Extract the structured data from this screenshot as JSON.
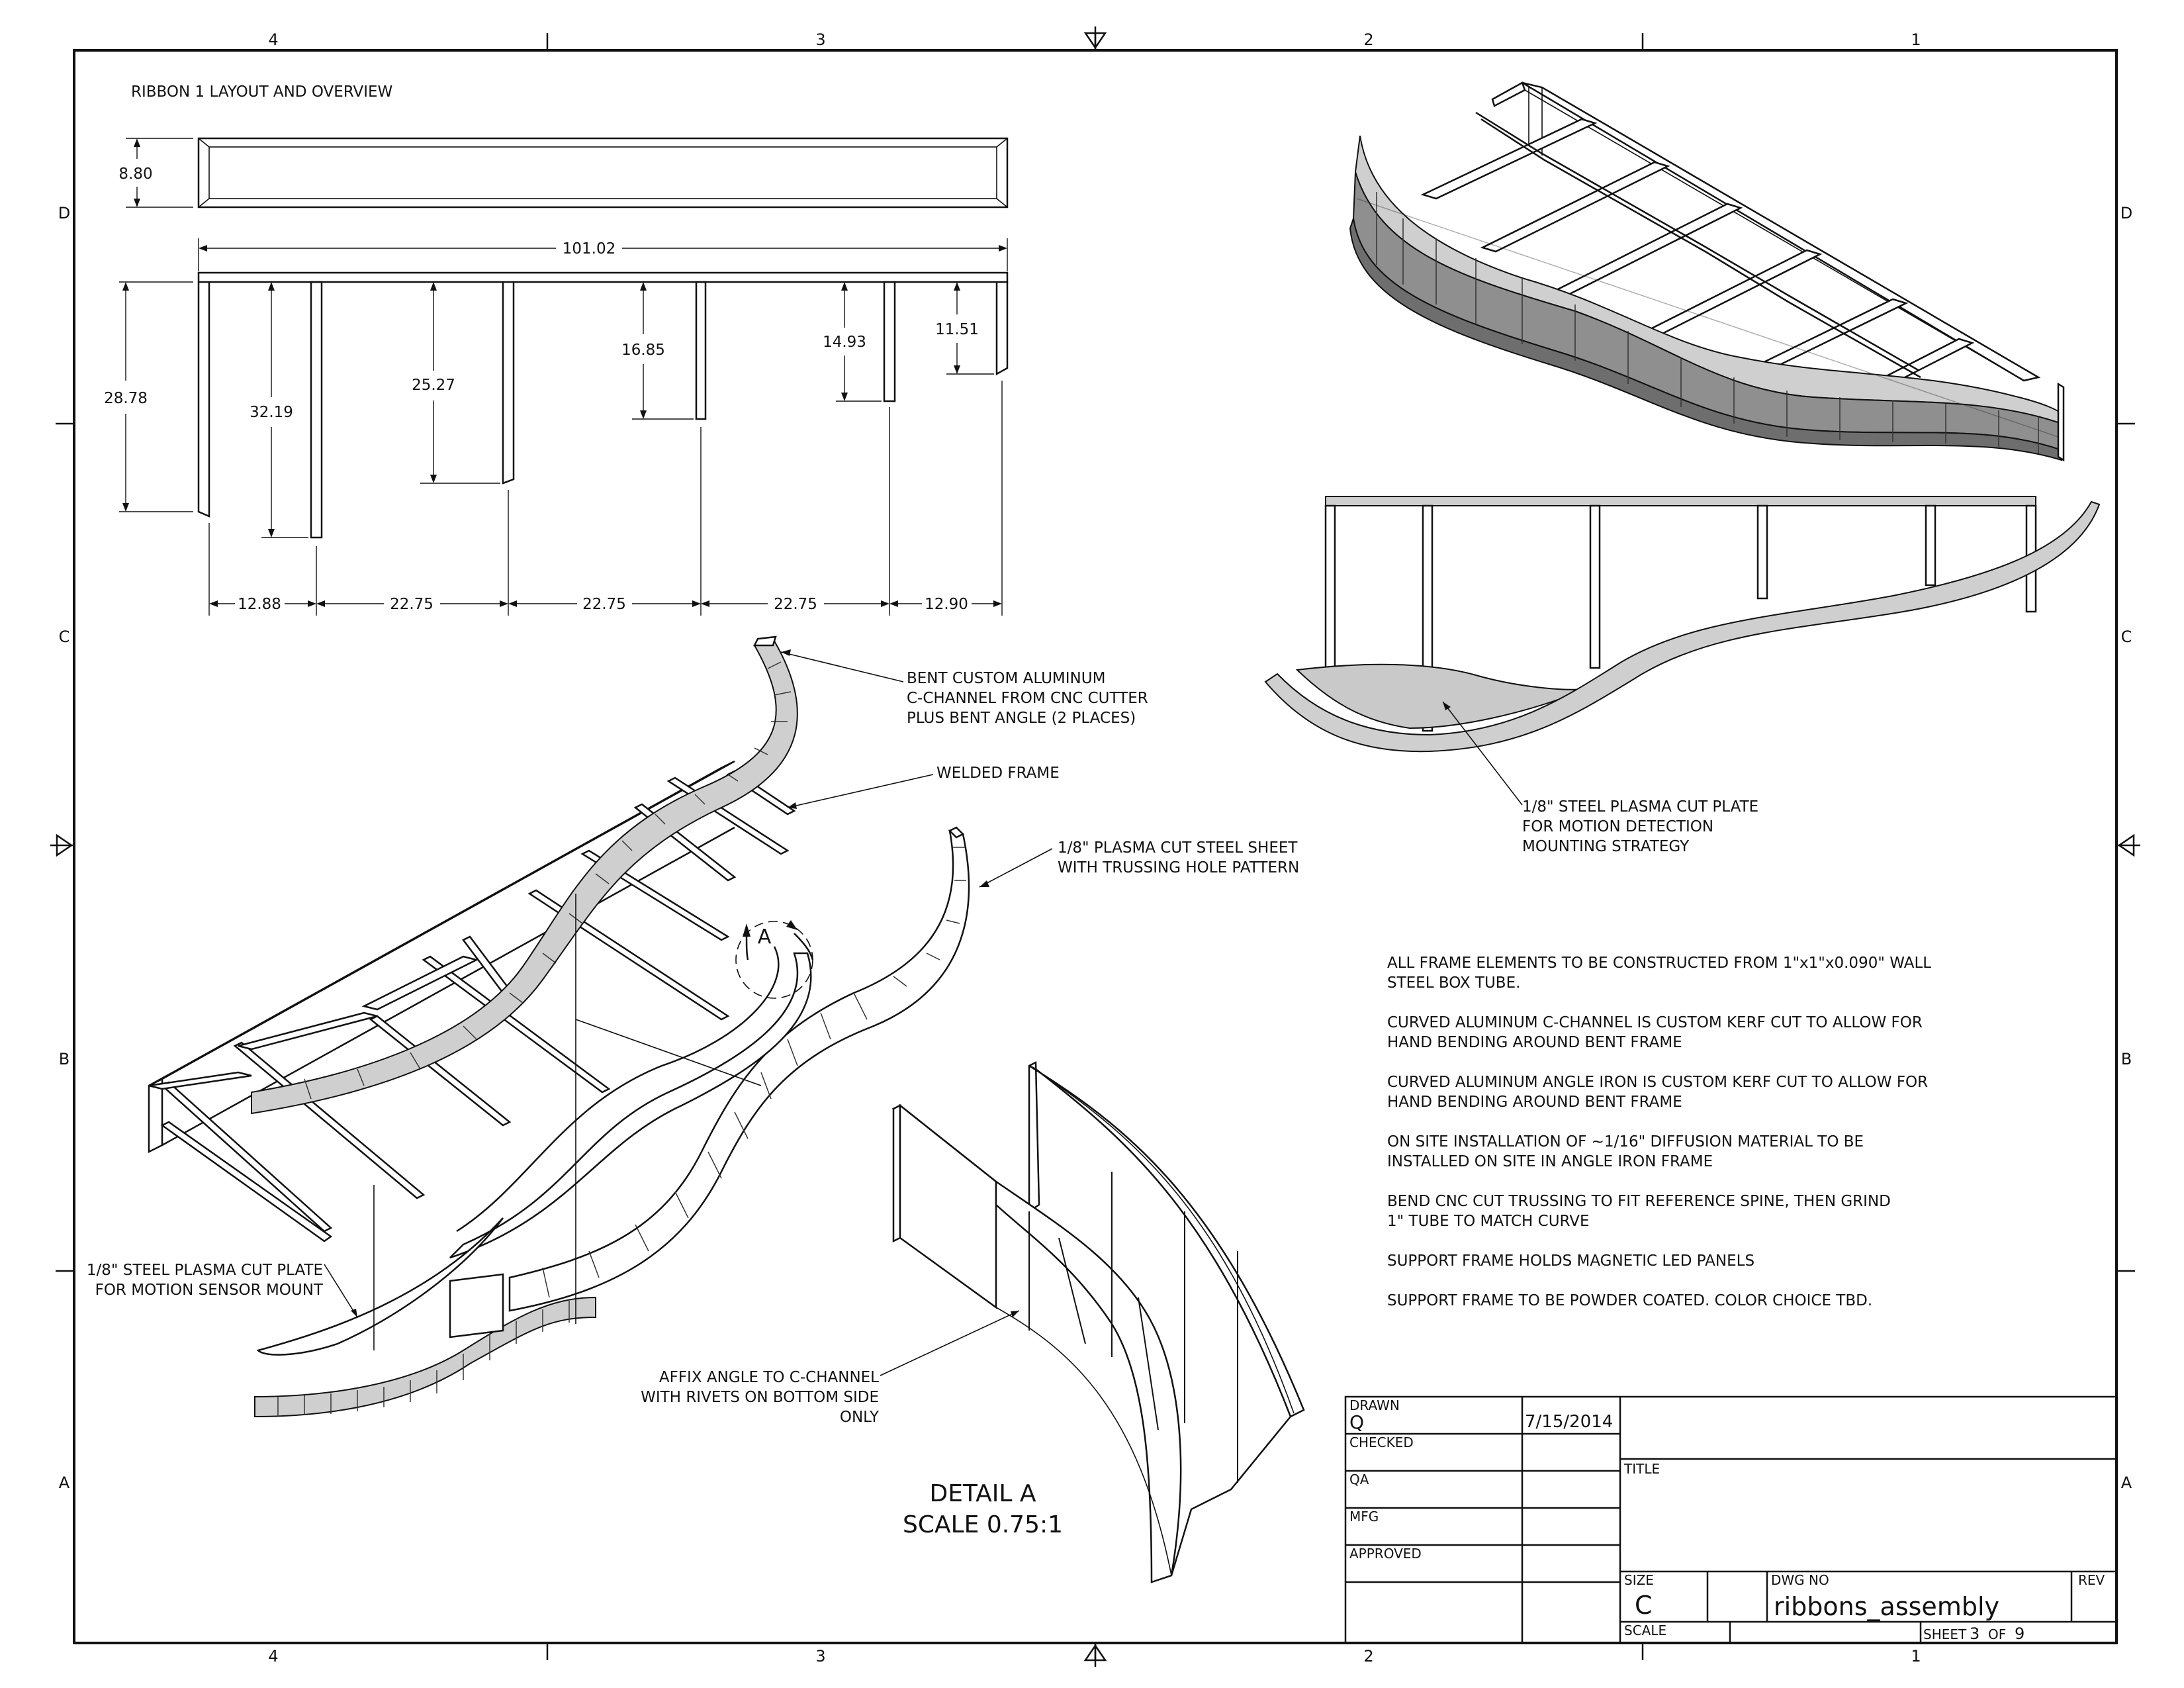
{
  "zones": {
    "top": [
      "4",
      "3",
      "2",
      "1"
    ],
    "bottom": [
      "4",
      "3",
      "2",
      "1"
    ],
    "left": [
      "D",
      "C",
      "B",
      "A"
    ],
    "right": [
      "D",
      "C",
      "B",
      "A"
    ]
  },
  "layout_title": "RIBBON 1 LAYOUT AND OVERVIEW",
  "dimensions": {
    "height_top": "8.80",
    "overall_length": "101.02",
    "left_height": "28.78",
    "leg1": "32.19",
    "leg2": "25.27",
    "leg3": "16.85",
    "leg4": "14.93",
    "leg5": "11.51",
    "span1": "12.88",
    "span2": "22.75",
    "span3": "22.75",
    "span4": "22.75",
    "span5": "12.90"
  },
  "callouts": {
    "c_channel": [
      "BENT CUSTOM ALUMINUM",
      "C-CHANNEL FROM CNC CUTTER",
      "PLUS BENT ANGLE (2 PLACES)"
    ],
    "welded_frame": [
      "WELDED FRAME"
    ],
    "steel_sheet": [
      "1/8\" PLASMA CUT STEEL SHEET",
      "WITH TRUSSING HOLE PATTERN"
    ],
    "motion_plate_right": [
      "1/8\" STEEL PLASMA CUT PLATE",
      "FOR MOTION DETECTION",
      "MOUNTING STRATEGY"
    ],
    "motion_sensor_mount": [
      "1/8\" STEEL PLASMA CUT PLATE",
      "FOR MOTION SENSOR MOUNT"
    ],
    "affix_angle": [
      "AFFIX ANGLE TO C-CHANNEL",
      "WITH RIVETS ON BOTTOM SIDE",
      "ONLY"
    ]
  },
  "detail_marker": "A",
  "detail": {
    "title": "DETAIL  A",
    "scale": "SCALE 0.75:1"
  },
  "notes": [
    [
      "ALL FRAME ELEMENTS TO BE CONSTRUCTED FROM 1\"x1\"x0.090\" WALL",
      "STEEL BOX TUBE."
    ],
    [
      "CURVED ALUMINUM C-CHANNEL IS CUSTOM KERF CUT TO ALLOW FOR",
      "HAND BENDING AROUND BENT FRAME"
    ],
    [
      "CURVED ALUMINUM ANGLE IRON IS CUSTOM KERF CUT TO ALLOW FOR",
      "HAND BENDING AROUND BENT FRAME"
    ],
    [
      "ON SITE INSTALLATION OF ~1/16\" DIFFUSION MATERIAL TO BE",
      "INSTALLED ON SITE IN ANGLE IRON FRAME"
    ],
    [
      "BEND CNC CUT TRUSSING TO FIT REFERENCE SPINE, THEN GRIND",
      "1\" TUBE TO MATCH CURVE"
    ],
    [
      "SUPPORT FRAME HOLDS MAGNETIC LED PANELS"
    ],
    [
      "SUPPORT FRAME TO BE POWDER COATED. COLOR CHOICE TBD."
    ]
  ],
  "title_block": {
    "drawn_label": "DRAWN",
    "drawn_by": "Q",
    "drawn_date": "7/15/2014",
    "checked_label": "CHECKED",
    "qa_label": "QA",
    "mfg_label": "MFG",
    "approved_label": "APPROVED",
    "title_label": "TITLE",
    "size_label": "SIZE",
    "size_value": "C",
    "dwg_no_label": "DWG NO",
    "dwg_no_value": "ribbons_assembly",
    "rev_label": "REV",
    "scale_label": "SCALE",
    "sheet_label": "SHEET",
    "sheet_number": "3",
    "of_label": "OF",
    "sheet_total": "9"
  }
}
